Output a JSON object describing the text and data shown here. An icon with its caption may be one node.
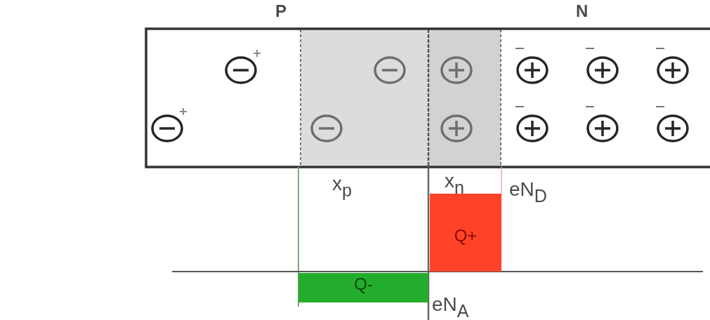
{
  "diagram": {
    "nodes": [
      {
        "text": [
          "Q+"
        ]
      },
      {
        "text": [
          "Q-"
        ]
      }
    ],
    "labels": [
      "P",
      "N",
      "x$_{p}$",
      "x$_{n}$",
      "eN$_{D}$",
      "eN$_{A}$"
    ]
  }
}
